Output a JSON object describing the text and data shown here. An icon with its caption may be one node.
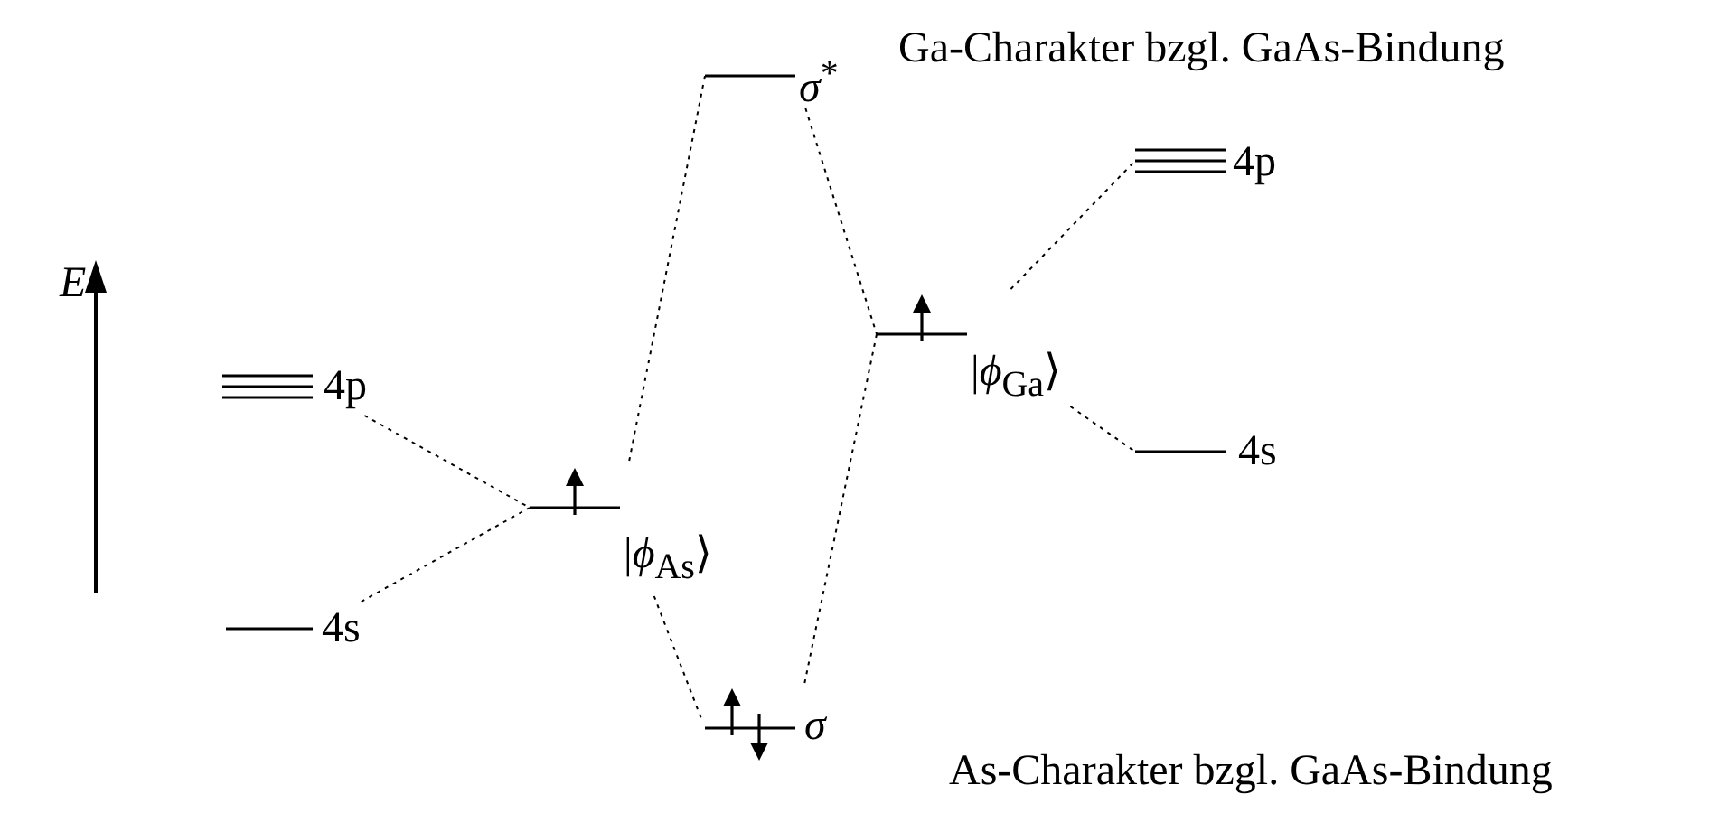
{
  "diagram": {
    "nodes": [
      {
        "text": [
          "4p"
        ]
      },
      {
        "text": [
          "4s"
        ]
      },
      {
        "text": [
          "|*ϕ*$_{As}$⟩"
        ]
      },
      {
        "text": [
          "*σ*$^{*}$"
        ]
      },
      {
        "text": [
          "*σ*"
        ]
      },
      {
        "text": [
          "|*ϕ*$_{Ga}$⟩"
        ]
      },
      {
        "text": [
          "4p"
        ]
      },
      {
        "text": [
          "4s"
        ]
      }
    ],
    "edges": [
      {
        "from": 0,
        "to": 2,
        "arrow": "none",
        "style": "dashed"
      },
      {
        "from": 1,
        "to": 2,
        "arrow": "none",
        "style": "dashed"
      },
      {
        "from": 2,
        "to": 3,
        "arrow": "none",
        "style": "dashed"
      },
      {
        "from": 2,
        "to": 4,
        "arrow": "none",
        "style": "dashed"
      },
      {
        "from": 3,
        "to": 5,
        "arrow": "none",
        "style": "dashed"
      },
      {
        "from": 4,
        "to": 5,
        "arrow": "none",
        "style": "dashed"
      },
      {
        "from": 5,
        "to": 6,
        "arrow": "none",
        "style": "dashed"
      },
      {
        "from": 5,
        "to": 7,
        "arrow": "none",
        "style": "dashed"
      }
    ],
    "labels": [
      "*E*",
      "Ga-Charakter bzgl. GaAs-Bindung",
      "As-Charakter bzgl. GaAs-Bindung"
    ]
  }
}
